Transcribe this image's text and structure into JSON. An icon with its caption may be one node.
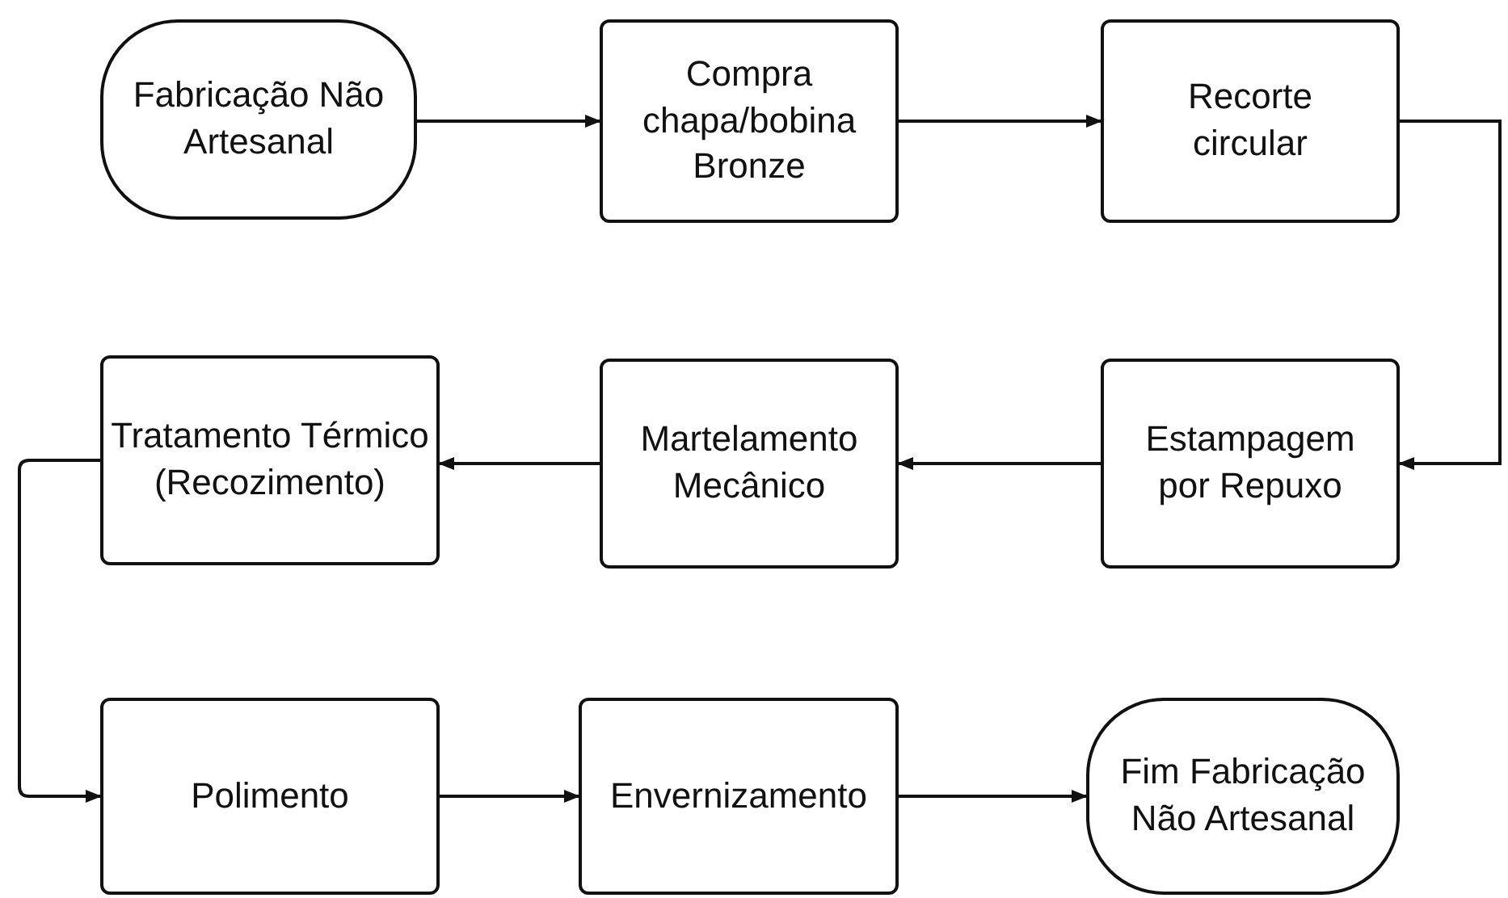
{
  "diagram": {
    "nodes": [
      {
        "text": [
          "Fabricação Não Artesanal"
        ]
      },
      {
        "text": [
          "Compra chapa/bobina Bronze"
        ]
      },
      {
        "text": [
          "Recorte circular"
        ]
      },
      {
        "text": [
          "Tratamento Térmico (Recozimento)"
        ]
      },
      {
        "text": [
          "Martelamento Mecânico"
        ]
      },
      {
        "text": [
          "Estampagem por Repuxo"
        ]
      },
      {
        "text": [
          "Polimento"
        ]
      },
      {
        "text": [
          "Envernizamento"
        ]
      },
      {
        "text": [
          "Fim Fabricação Não Artesanal"
        ]
      }
    ],
    "edges": [
      {
        "from": 0,
        "to": 1,
        "arrow": "to"
      },
      {
        "from": 1,
        "to": 2,
        "arrow": "to"
      },
      {
        "from": 2,
        "to": 5,
        "arrow": "to"
      },
      {
        "from": 5,
        "to": 4,
        "arrow": "to"
      },
      {
        "from": 4,
        "to": 3,
        "arrow": "to"
      },
      {
        "from": 3,
        "to": 6,
        "arrow": "to"
      },
      {
        "from": 6,
        "to": 7,
        "arrow": "to"
      },
      {
        "from": 7,
        "to": 8,
        "arrow": "to"
      }
    ]
  }
}
